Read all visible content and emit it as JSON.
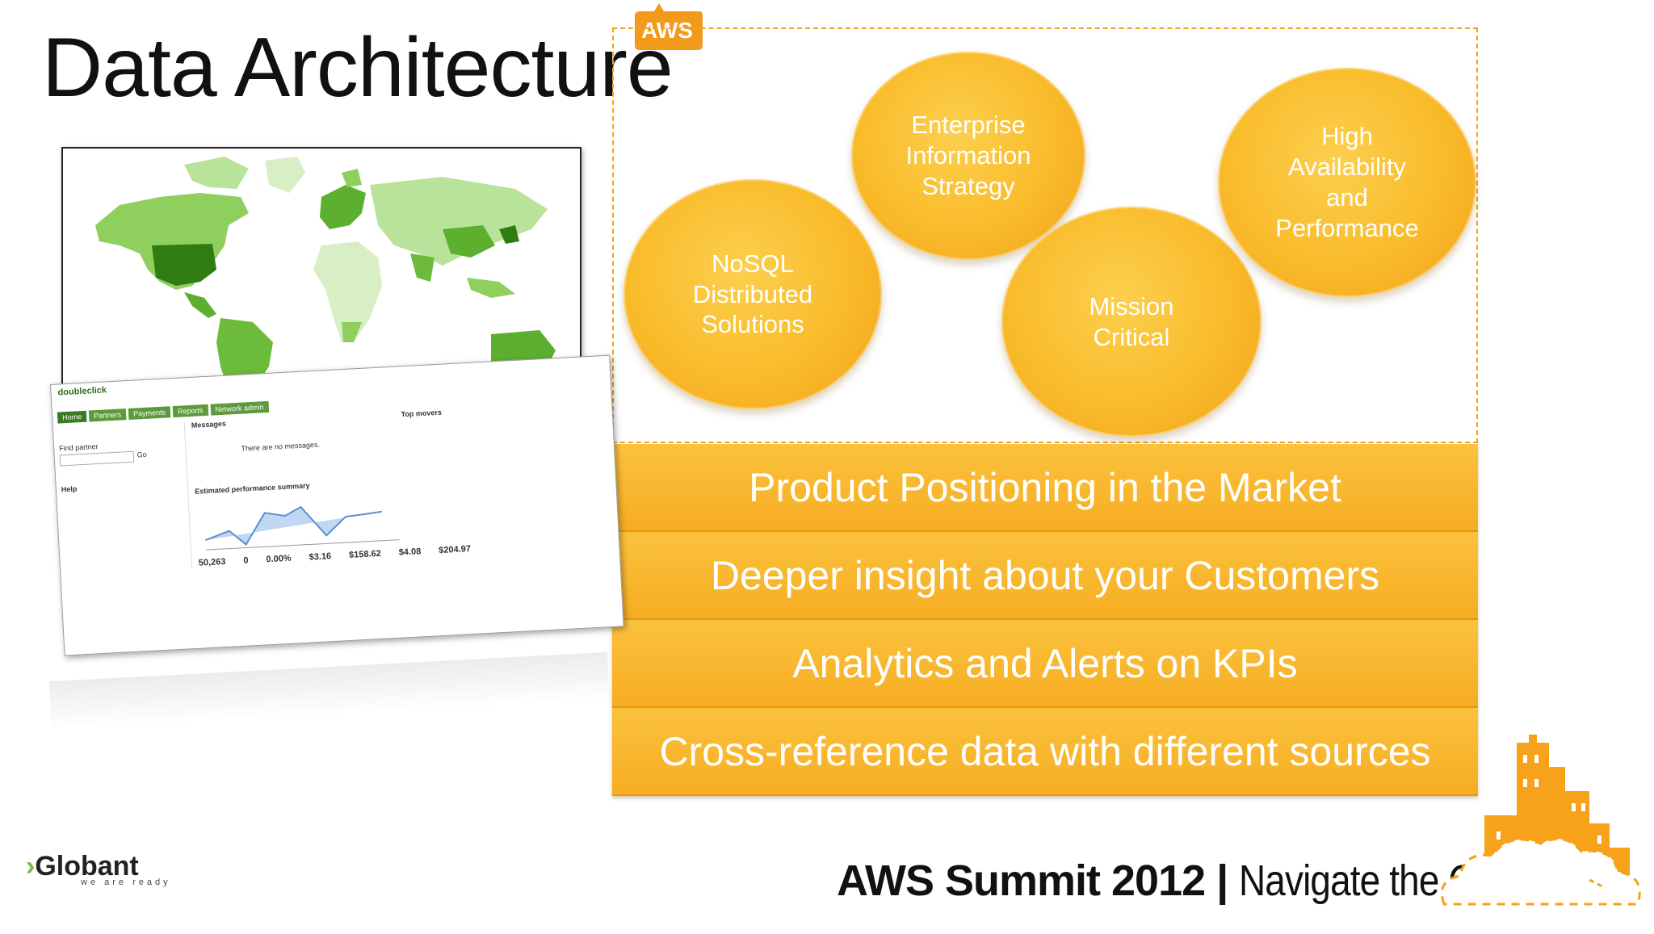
{
  "slide": {
    "title": "Data Architecture",
    "badge": "AWS"
  },
  "circles": [
    {
      "id": "nosql",
      "label": "NoSQL\nDistributed\nSolutions"
    },
    {
      "id": "enterprise",
      "label": "Enterprise\nInformation\nStrategy"
    },
    {
      "id": "mission",
      "label": "Mission\nCritical"
    },
    {
      "id": "availability",
      "label": "High\nAvailability\nand\nPerformance"
    }
  ],
  "bars": [
    "Product Positioning in the Market",
    "Deeper insight about your Customers",
    "Analytics and Alerts on KPIs",
    "Cross-reference data with different sources"
  ],
  "dashboard": {
    "tabs": [
      "Home",
      "Partners",
      "Payments",
      "Reports",
      "Network admin"
    ],
    "messages_header": "Messages",
    "messages_empty": "There are no messages.",
    "top_movers": "Top movers",
    "summary": "Estimated performance summary",
    "find_partner": "Find partner",
    "go": "Go",
    "help": "Help",
    "metrics": [
      "50,263",
      "0",
      "0.00%",
      "$3.16",
      "$158.62",
      "$4.08",
      "$204.97"
    ]
  },
  "footer": {
    "brand": "Globant",
    "brand_tagline": "we are ready",
    "summit": "AWS Summit 2012",
    "separator": "|",
    "tagline": "Navigate the Cloud"
  },
  "colors": {
    "accent": "#f9b52a",
    "accent_dark": "#f2a11c",
    "dash": "#f0a21e",
    "map_green": "#3f9a1e"
  }
}
